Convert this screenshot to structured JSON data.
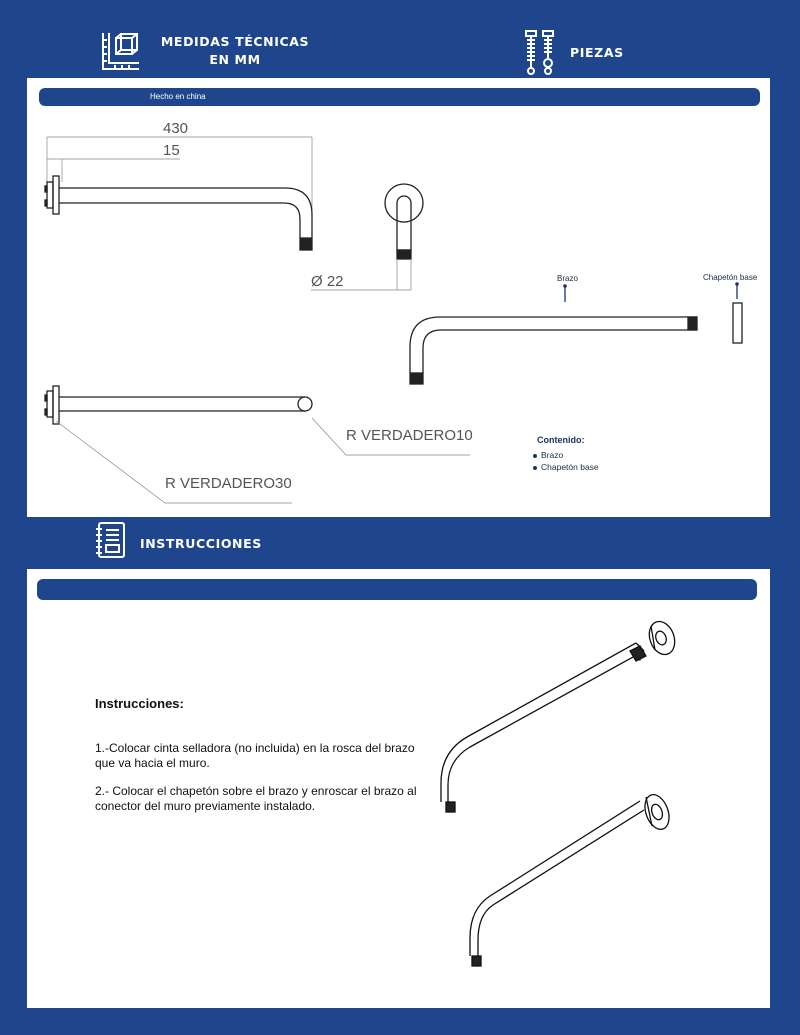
{
  "header": {
    "medidas_title_line1": "MEDIDAS TÉCNICAS",
    "medidas_title_line2": "EN MM",
    "piezas_title": "PIEZAS",
    "instrucciones_title": "INSTRUCCIONES"
  },
  "origin_label": "Hecho en china",
  "dimensions": {
    "total_length": "430",
    "wall_offset": "15",
    "diameter": "22",
    "diameter_symbol": "Ø",
    "bend_radius_small": "R VERDADERO10",
    "bend_radius_large": "R VERDADERO30"
  },
  "parts": {
    "brazo_label": "Brazo",
    "chapeton_label": "Chapetón base",
    "contenido_title": "Contenido:",
    "items": [
      "Brazo",
      "Chapetón base"
    ]
  },
  "instructions": {
    "title": "Instrucciones:",
    "step1": "1.-Colocar cinta selladora (no incluida) en la rosca del brazo que va hacia el muro.",
    "step2": "2.- Colocar el chapetón sobre el brazo y enroscar el brazo al conector del muro previamente instalado."
  },
  "colors": {
    "brand_blue": "#1f468d",
    "panel": "#ffffff",
    "line": "#222222"
  }
}
